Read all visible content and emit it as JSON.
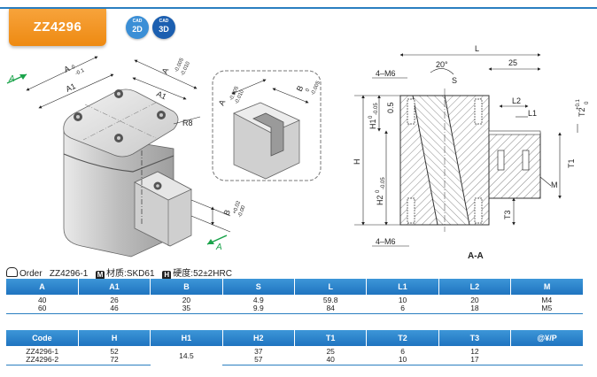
{
  "product": {
    "code": "ZZ4296",
    "cad_2d_label": "2D",
    "cad_3d_label": "3D",
    "cad_caption": "CAD"
  },
  "drawing": {
    "iso_labels": {
      "A": "A",
      "A1_left": "A1",
      "A1_right": "A1",
      "A_tol_top": "A",
      "A_tol_top_upper": "0",
      "A_tol_top_lower": "-0.1",
      "A_tol_right": "A",
      "A_tol_right_upper": "-0.005",
      "A_tol_right_lower": "-0.010",
      "R8": "R8",
      "B_tol": "B",
      "B_tol_upper": "+0.02",
      "B_tol_lower": "-0.00",
      "A_arrow_bottom": "A"
    },
    "detail_labels": {
      "A": "A",
      "A_upper": "-0.005",
      "A_lower": "-0.010",
      "B": "B",
      "B_upper": "0",
      "B_lower": "-0.005"
    },
    "section_labels": {
      "L": "L",
      "angle": "20°",
      "S": "S",
      "dim25": "25",
      "m6_top": "4–M6",
      "m6_bottom": "4–M6",
      "H1": "H1",
      "H1_upper": "0",
      "H1_lower": "-0.05",
      "dim05": "0.5",
      "H": "H",
      "H2": "H2",
      "H2_upper": "0",
      "H2_lower": "-0.05",
      "L2": "L2",
      "L1": "L1",
      "T2": "T2",
      "T2_upper": "+0.1",
      "T2_lower": "0",
      "T1": "T1",
      "M": "M",
      "T3": "T3",
      "section_title": "A-A"
    }
  },
  "spec": {
    "order_label": "Order",
    "order_value": "ZZ4296-1",
    "material_icon": "M",
    "material_text": "材质:SKD61",
    "hardness_icon": "H",
    "hardness_text": "硬度:52±2HRC"
  },
  "table1": {
    "headers": [
      "A",
      "A1",
      "B",
      "S",
      "L",
      "L1",
      "L2",
      "M"
    ],
    "rows": [
      [
        "40",
        "26",
        "20",
        "4.9",
        "59.8",
        "10",
        "20",
        "M4"
      ],
      [
        "60",
        "46",
        "35",
        "9.9",
        "84",
        "6",
        "18",
        "M5"
      ]
    ]
  },
  "table2": {
    "headers": [
      "Code",
      "H",
      "H1",
      "H2",
      "T1",
      "T2",
      "T3",
      "@¥/P"
    ],
    "rows": [
      [
        "ZZ4296-1",
        "52",
        "",
        "37",
        "25",
        "6",
        "12",
        ""
      ],
      [
        "ZZ4296-2",
        "72",
        "",
        "57",
        "40",
        "10",
        "17",
        ""
      ]
    ],
    "h1_merged": "14.5"
  },
  "colors": {
    "accent_blue": "#2a7fc1",
    "tab_orange": "#ee8a12",
    "dim_green": "#1aa34a"
  }
}
